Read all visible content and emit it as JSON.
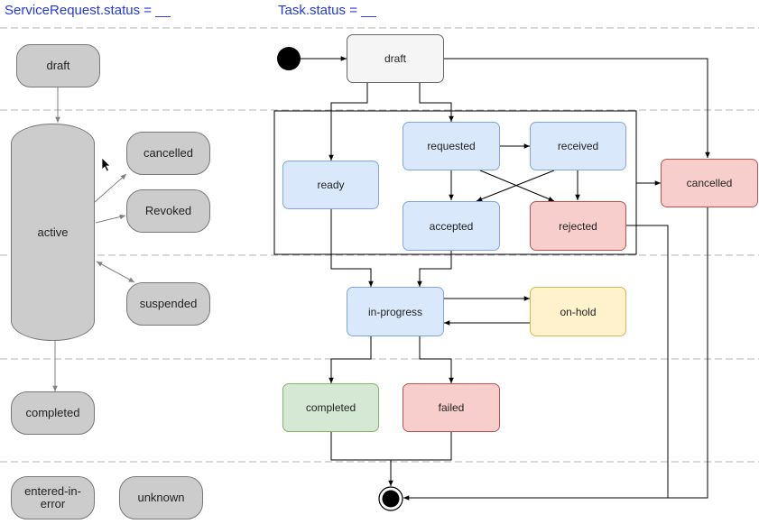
{
  "headers": {
    "left": "ServiceRequest.status = __",
    "right": "Task.status = __"
  },
  "service_request": {
    "draft": "draft",
    "active": "active",
    "cancelled": "cancelled",
    "revoked": "Revoked",
    "suspended": "suspended",
    "completed": "completed",
    "entered_in_error": "entered-in-error",
    "unknown": "unknown"
  },
  "task": {
    "draft": "draft",
    "ready": "ready",
    "requested": "requested",
    "received": "received",
    "accepted": "accepted",
    "rejected": "rejected",
    "cancelled": "cancelled",
    "in_progress": "in-progress",
    "on_hold": "on-hold",
    "completed": "completed",
    "failed": "failed"
  },
  "colors": {
    "header_text": "#2438d6",
    "pill_fill": "#cccccc",
    "neutral_fill": "#f5f5f5",
    "blue_fill": "#dae8fc",
    "red_fill": "#f8cecc",
    "yellow_fill": "#fff2cc",
    "green_fill": "#d5e8d4"
  }
}
